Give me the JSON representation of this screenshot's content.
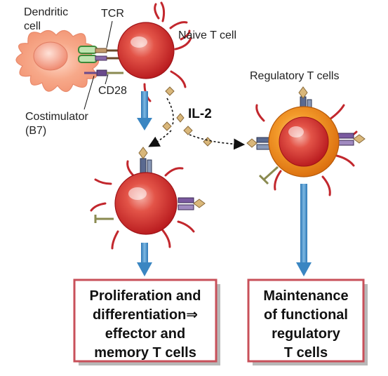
{
  "labels": {
    "dendritic_cell": [
      "Dendritic",
      "cell"
    ],
    "tcr": "TCR",
    "naive_t_cell": "Naive T cell",
    "cd28": "CD28",
    "costimulator": [
      "Costimulator",
      "(B7)"
    ],
    "il2": "IL-2",
    "regulatory_t_cells": "Regulatory T cells"
  },
  "outcomes": {
    "effector": [
      "Proliferation and",
      "differentiation⇒",
      "effector and",
      "memory T cells"
    ],
    "regulatory": [
      "Maintenance",
      "of functional",
      "regulatory",
      "T cells"
    ]
  },
  "colors": {
    "t_cell": "#d8262a",
    "regulatory_cell": "#f28c1c",
    "dendritic_cell": "#f7a98a",
    "arrow": "#4a90c8",
    "box_border": "#c8505a",
    "il2_diamond": "#d9b77a"
  }
}
